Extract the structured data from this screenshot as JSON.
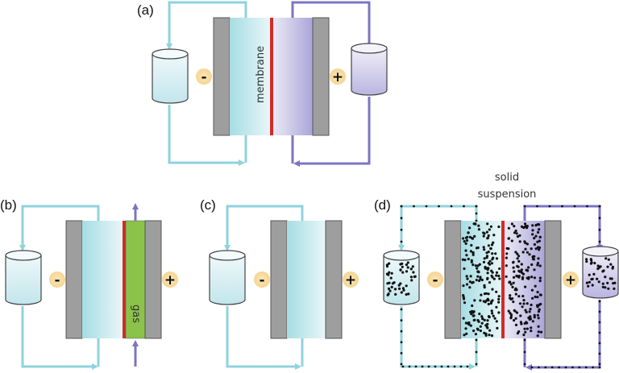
{
  "panels": {
    "a": {
      "label": "(a)",
      "membrane_label": "membrane",
      "neg_sign": "-",
      "pos_sign": "+"
    },
    "b": {
      "label": "(b)",
      "gas_label": "gas",
      "neg_sign": "-",
      "pos_sign": "+"
    },
    "c": {
      "label": "(c)",
      "neg_sign": "-",
      "pos_sign": "+"
    },
    "d": {
      "label": "(d)",
      "annotation_line1": "solid",
      "annotation_line2": "suspension",
      "neg_sign": "-",
      "pos_sign": "+"
    }
  },
  "colors": {
    "anolyte": "#8fd3dc",
    "catholyte": "#7b74c4",
    "membrane": "#d42a2a",
    "electrode": "#9e9e9e",
    "gas": "#8bc34a",
    "sign_badge": "#f7dca0"
  }
}
